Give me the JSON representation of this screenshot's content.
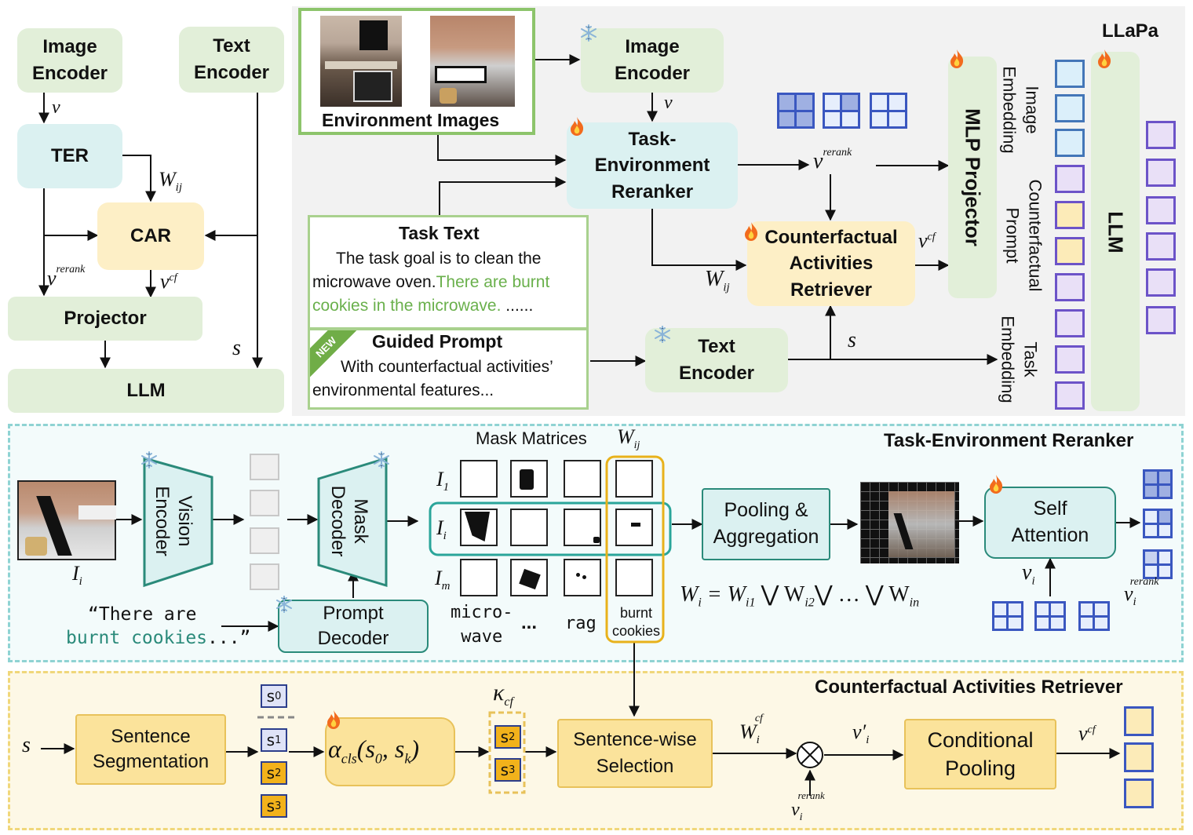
{
  "left_panel": {
    "image_encoder": "Image\nEncoder",
    "text_encoder": "Text\nEncoder",
    "ter": "TER",
    "car": "CAR",
    "projector": "Projector",
    "llm": "LLM",
    "v": "v",
    "w": "W",
    "w_sub": "ij",
    "v_rerank": "v",
    "rerank_sup": "rerank",
    "v_cf": "v",
    "cf_sup": "cf",
    "s": "s"
  },
  "top_panel": {
    "title": "LLaPa",
    "env_images_label": "Environment Images",
    "image_encoder": "Image\nEncoder",
    "v": "v",
    "reranker": "Task-\nEnvironment\nReranker",
    "v_rerank": "v",
    "rerank_sup": "rerank",
    "w": "W",
    "w_sub": "ij",
    "car": "Counterfactual\nActivities\nRetriever",
    "v_cf": "v",
    "cf_sup": "cf",
    "s": "s",
    "text_encoder": "Text\nEncoder",
    "mlp_projector": "MLP Projector",
    "llm": "LLM",
    "task_text_title": "Task Text",
    "task_text_line1": "The task goal is to clean the",
    "task_text_line2a": "microwave oven.",
    "task_text_line2b": "There are  burnt",
    "task_text_line3a": "cookies in the microwave.",
    "task_text_line3b": " ......",
    "new_badge": "NEW",
    "guided_title": "Guided Prompt",
    "guided_line1": "With counterfactual activities’",
    "guided_line2": "environmental features...",
    "image_embedding": "Image\nEmbedding",
    "counterfactual_prompt": "Counterfactual\nPrompt",
    "task_embedding": "Task\nEmbedding"
  },
  "ter_panel": {
    "title": "Task-Environment Reranker",
    "input_label": "I",
    "input_sub": "i",
    "vision_encoder": "Vision\nEncoder",
    "mask_decoder": "Mask\nDecoder",
    "prompt_decoder": "Prompt\nDecoder",
    "quote_line1": "“There are",
    "quote_line2a": "burnt cookies",
    "quote_line2b": "...”",
    "mask_matrices": "Mask Matrices",
    "w": "W",
    "w_sub": "ij",
    "row_labels": [
      {
        "main": "I",
        "sub": "1"
      },
      {
        "main": "I",
        "sub": "i"
      },
      {
        "main": "I",
        "sub": "m"
      }
    ],
    "col_labels": [
      "micro-\nwave",
      "...",
      "rag",
      "burnt\ncookies"
    ],
    "pooling": "Pooling &\nAggregation",
    "self_attention": "Self\nAttention",
    "formula": "W",
    "formula_sub": "i",
    "formula_rhs": " = W",
    "formula_terms": [
      "i1",
      "i2",
      "in"
    ],
    "vi": "v",
    "vi_sub": "i",
    "vi_rerank": "v",
    "vi_rerank_sub": "i",
    "vi_rerank_sup": "rerank"
  },
  "car_panel": {
    "title": "Counterfactual Activities Retriever",
    "s": "s",
    "sentence_segmentation": "Sentence\nSegmentation",
    "tokens": [
      "s0",
      "s1",
      "s2",
      "s3"
    ],
    "alpha": "α",
    "alpha_sub": "cls",
    "alpha_args": "(s",
    "kappa": "κ",
    "kappa_sub": "cf",
    "selected_tokens": [
      "s2",
      "s3"
    ],
    "sentence_selection": "Sentence-wise\nSelection",
    "w_cf": "W",
    "w_cf_sub": "i",
    "w_cf_sup": "cf",
    "v_prime": "v′",
    "v_prime_sub": "i",
    "v_rerank": "v",
    "v_rerank_sub": "i",
    "v_rerank_sup": "rerank",
    "conditional_pooling": "Conditional\nPooling",
    "v_cf": "v",
    "v_cf_sup": "cf"
  },
  "colors": {
    "green_box": "#e2efd9",
    "teal_box": "#dbf1f1",
    "yellow_box": "#fdefc6",
    "orange_box": "#fbe39b",
    "top_panel_bg": "#f2f2f2",
    "ter_panel_bg": "#f3fbfb",
    "car_panel_bg": "#fdf8e6",
    "green_text": "#6ab04c",
    "teal_text": "#2a8a7a"
  },
  "icons": [
    "fire-icon",
    "snowflake-icon",
    "multiply-icon"
  ]
}
